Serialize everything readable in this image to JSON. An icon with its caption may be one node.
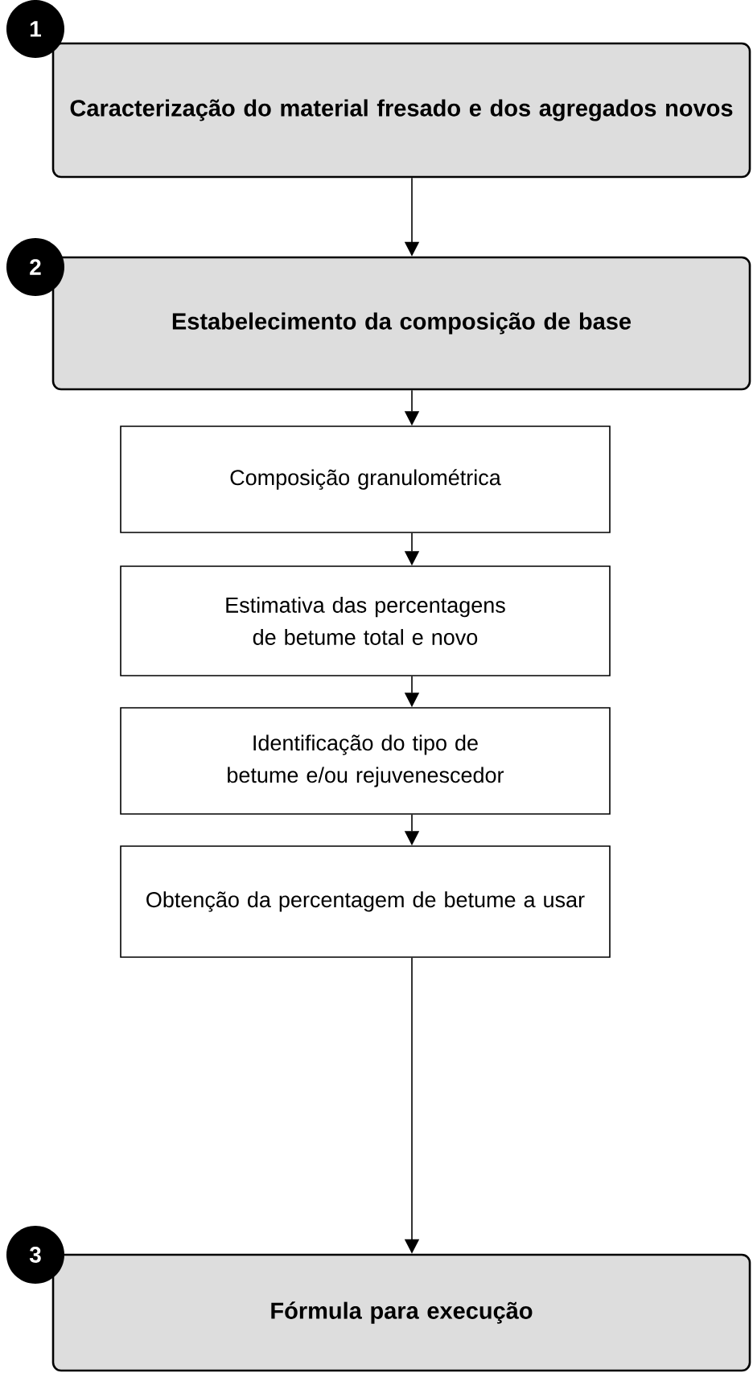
{
  "diagram": {
    "nodes": [
      {
        "text": [
          "1"
        ]
      },
      {
        "text": [
          "Caracterização do material fresado e dos agregados novos"
        ]
      },
      {
        "text": [
          "2"
        ]
      },
      {
        "text": [
          "Estabelecimento da composição de base"
        ]
      },
      {
        "text": [
          "Composição granulométrica"
        ]
      },
      {
        "text": [
          "Estimativa das percentagens de betume total e novo"
        ]
      },
      {
        "text": [
          "Identificação do tipo de betume e/ou rejuvenescedor"
        ]
      },
      {
        "text": [
          "Obtenção da percentagem de betume a usar"
        ]
      },
      {
        "text": [
          "3"
        ]
      },
      {
        "text": [
          "Fórmula para execução"
        ]
      }
    ],
    "edges": [
      {
        "from": 1,
        "to": 3,
        "arrow": "to"
      },
      {
        "from": 3,
        "to": 4,
        "arrow": "to"
      },
      {
        "from": 4,
        "to": 5,
        "arrow": "to"
      },
      {
        "from": 5,
        "to": 6,
        "arrow": "to"
      },
      {
        "from": 6,
        "to": 7,
        "arrow": "to"
      },
      {
        "from": 7,
        "to": 9,
        "arrow": "to"
      }
    ]
  }
}
